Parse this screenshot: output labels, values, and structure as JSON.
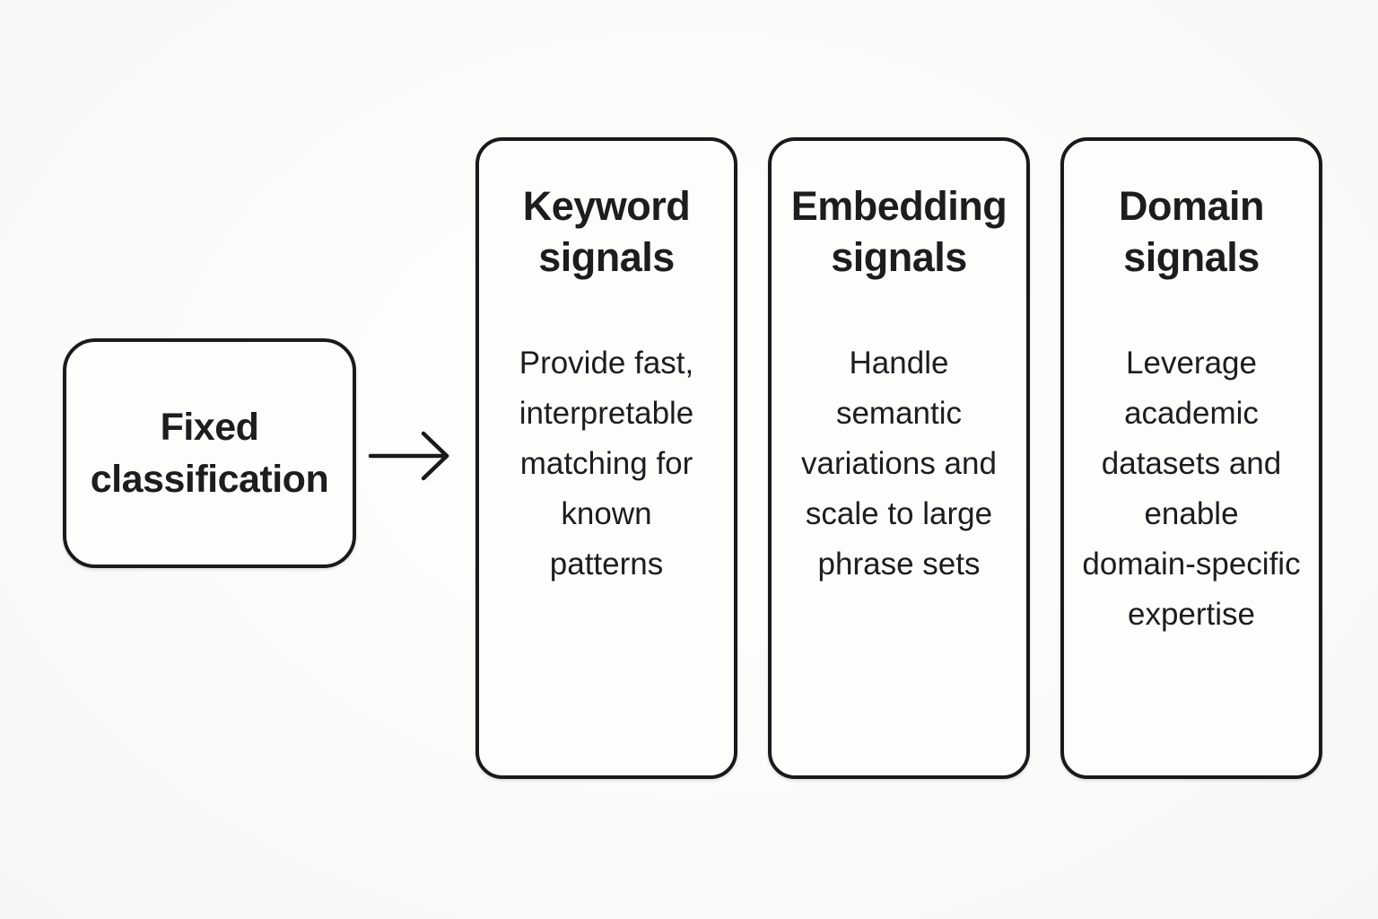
{
  "colors": {
    "page_bg": "#f6f6f4",
    "card_bg": "#fdfdfc",
    "line": "#1a1a1c",
    "text": "#1d1d1f"
  },
  "source_box": {
    "label": "Fixed\nclassification"
  },
  "arrow": {
    "name": "right-arrow"
  },
  "cards": [
    {
      "title": "Keyword\nsignals",
      "description": "Provide fast,\ninterpretable\nmatching for\nknown\npatterns"
    },
    {
      "title": "Embedding\nsignals",
      "description": "Handle\nsemantic\nvariations and\nscale to large\nphrase sets"
    },
    {
      "title": "Domain\nsignals",
      "description": "Leverage\nacademic\ndatasets and\nenable\ndomain-specific\nexpertise"
    }
  ]
}
